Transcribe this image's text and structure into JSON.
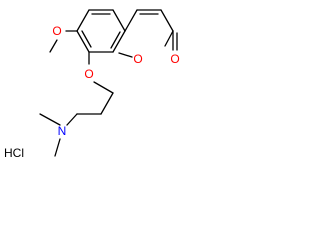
{
  "molecule": {
    "atoms": {
      "o_methoxy": "O",
      "o_ring": "O",
      "o_carbonyl": "O",
      "o_ether": "O",
      "n_amine": "N"
    },
    "salt": "HCl"
  },
  "colors": {
    "bond": "#000000",
    "oxygen": "#ff0000",
    "nitrogen": "#0000ff",
    "salt": "#000000",
    "background": "#ffffff"
  }
}
